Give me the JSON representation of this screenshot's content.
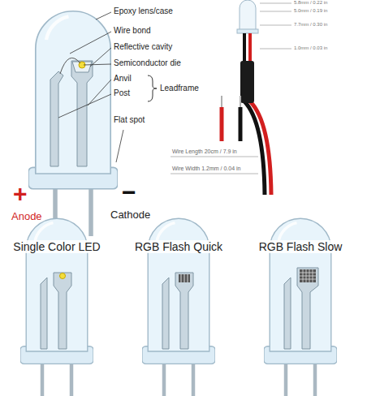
{
  "diagram": {
    "labels": [
      "Epoxy lens/case",
      "Wire bond",
      "Reflective cavity",
      "Semiconductor die",
      "Anvil",
      "Post",
      "Leadframe",
      "Flat spot",
      "+",
      "Anode",
      "−",
      "Cathode",
      "5.8mm / 0.22 in",
      "5.0mm / 0.19 in",
      "7.7mm / 0.30 in",
      "1.0mm / 0.03 in",
      "Wire Length 20cm / 7.9 in",
      "Wire Width 1.2mm / 0.04 in",
      "Single Color LED",
      "RGB Flash Quick",
      "RGB Flash Slow"
    ]
  }
}
